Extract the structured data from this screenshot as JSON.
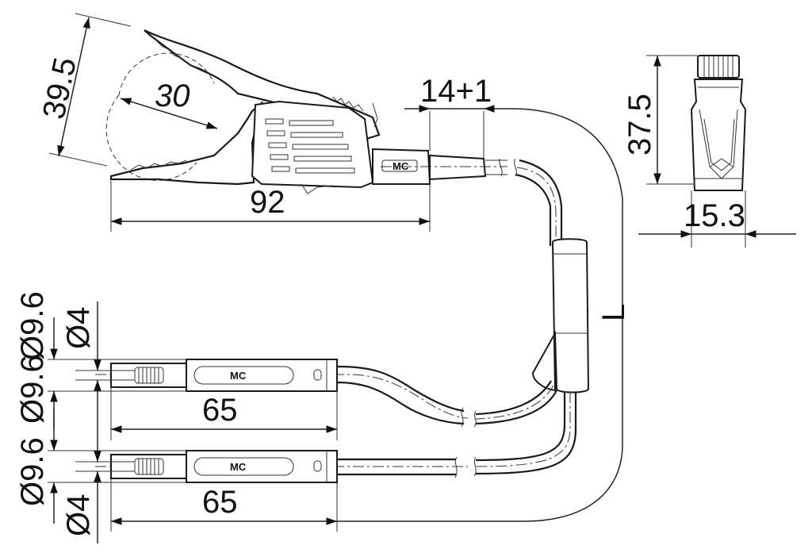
{
  "dimensions": {
    "clip_height": "39.5",
    "jaw_opening": "30",
    "clip_length": "92",
    "cable_offset": "14+1",
    "side_height": "37.5",
    "side_width": "15.3",
    "cable_length": "L",
    "plug1_pin_dia": "Ø4",
    "plug1_body_dia": "Ø9.6",
    "plug1_length": "65",
    "plug2_body_dia": "Ø9.6",
    "plug2_pin_dia": "Ø4",
    "plug2_length": "65"
  },
  "labels": {
    "clip_brand": "MC",
    "plug1_brand": "MC",
    "plug2_brand": "MC"
  }
}
